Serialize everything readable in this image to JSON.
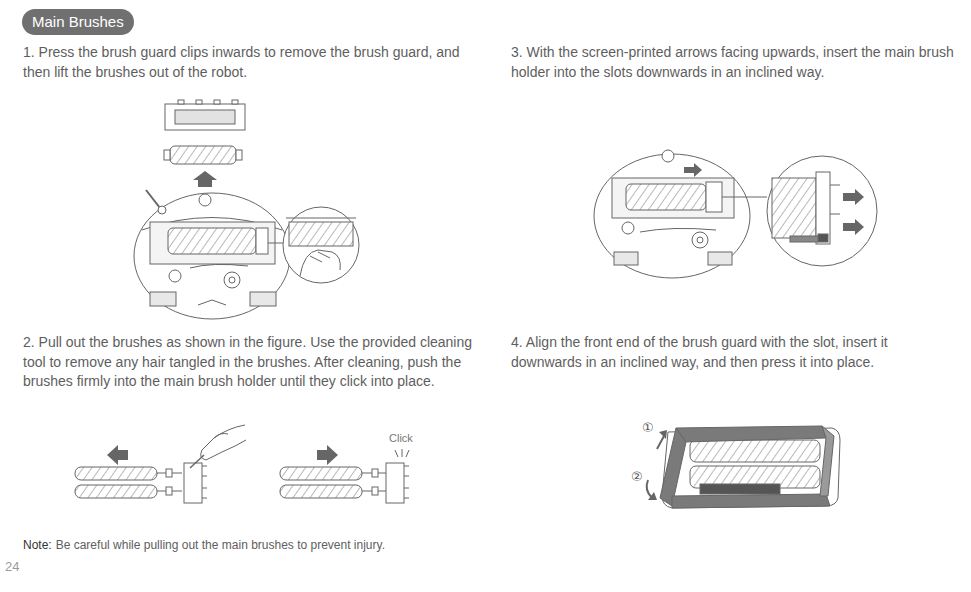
{
  "diagram": {
    "title": "Main Brushes",
    "labels": [
      "1. Press the brush guard clips inwards to remove the brush guard, and then lift the brushes out of the robot.",
      "2. Pull out the brushes as shown in the figure. Use the provided cleaning tool to remove any hair tangled in the brushes. After cleaning, push the brushes firmly into the main brush holder until they click into place.",
      "Click",
      "Note:",
      "Be careful while pulling out the main brushes to prevent injury.",
      "24",
      "3. With the screen-printed arrows facing upwards, insert the main brush holder into the slots downwards in an inclined way.",
      "4. Align the front end of the brush guard with the slot, insert it downwards in an inclined way, and then press it into place.",
      "①",
      "②"
    ]
  }
}
